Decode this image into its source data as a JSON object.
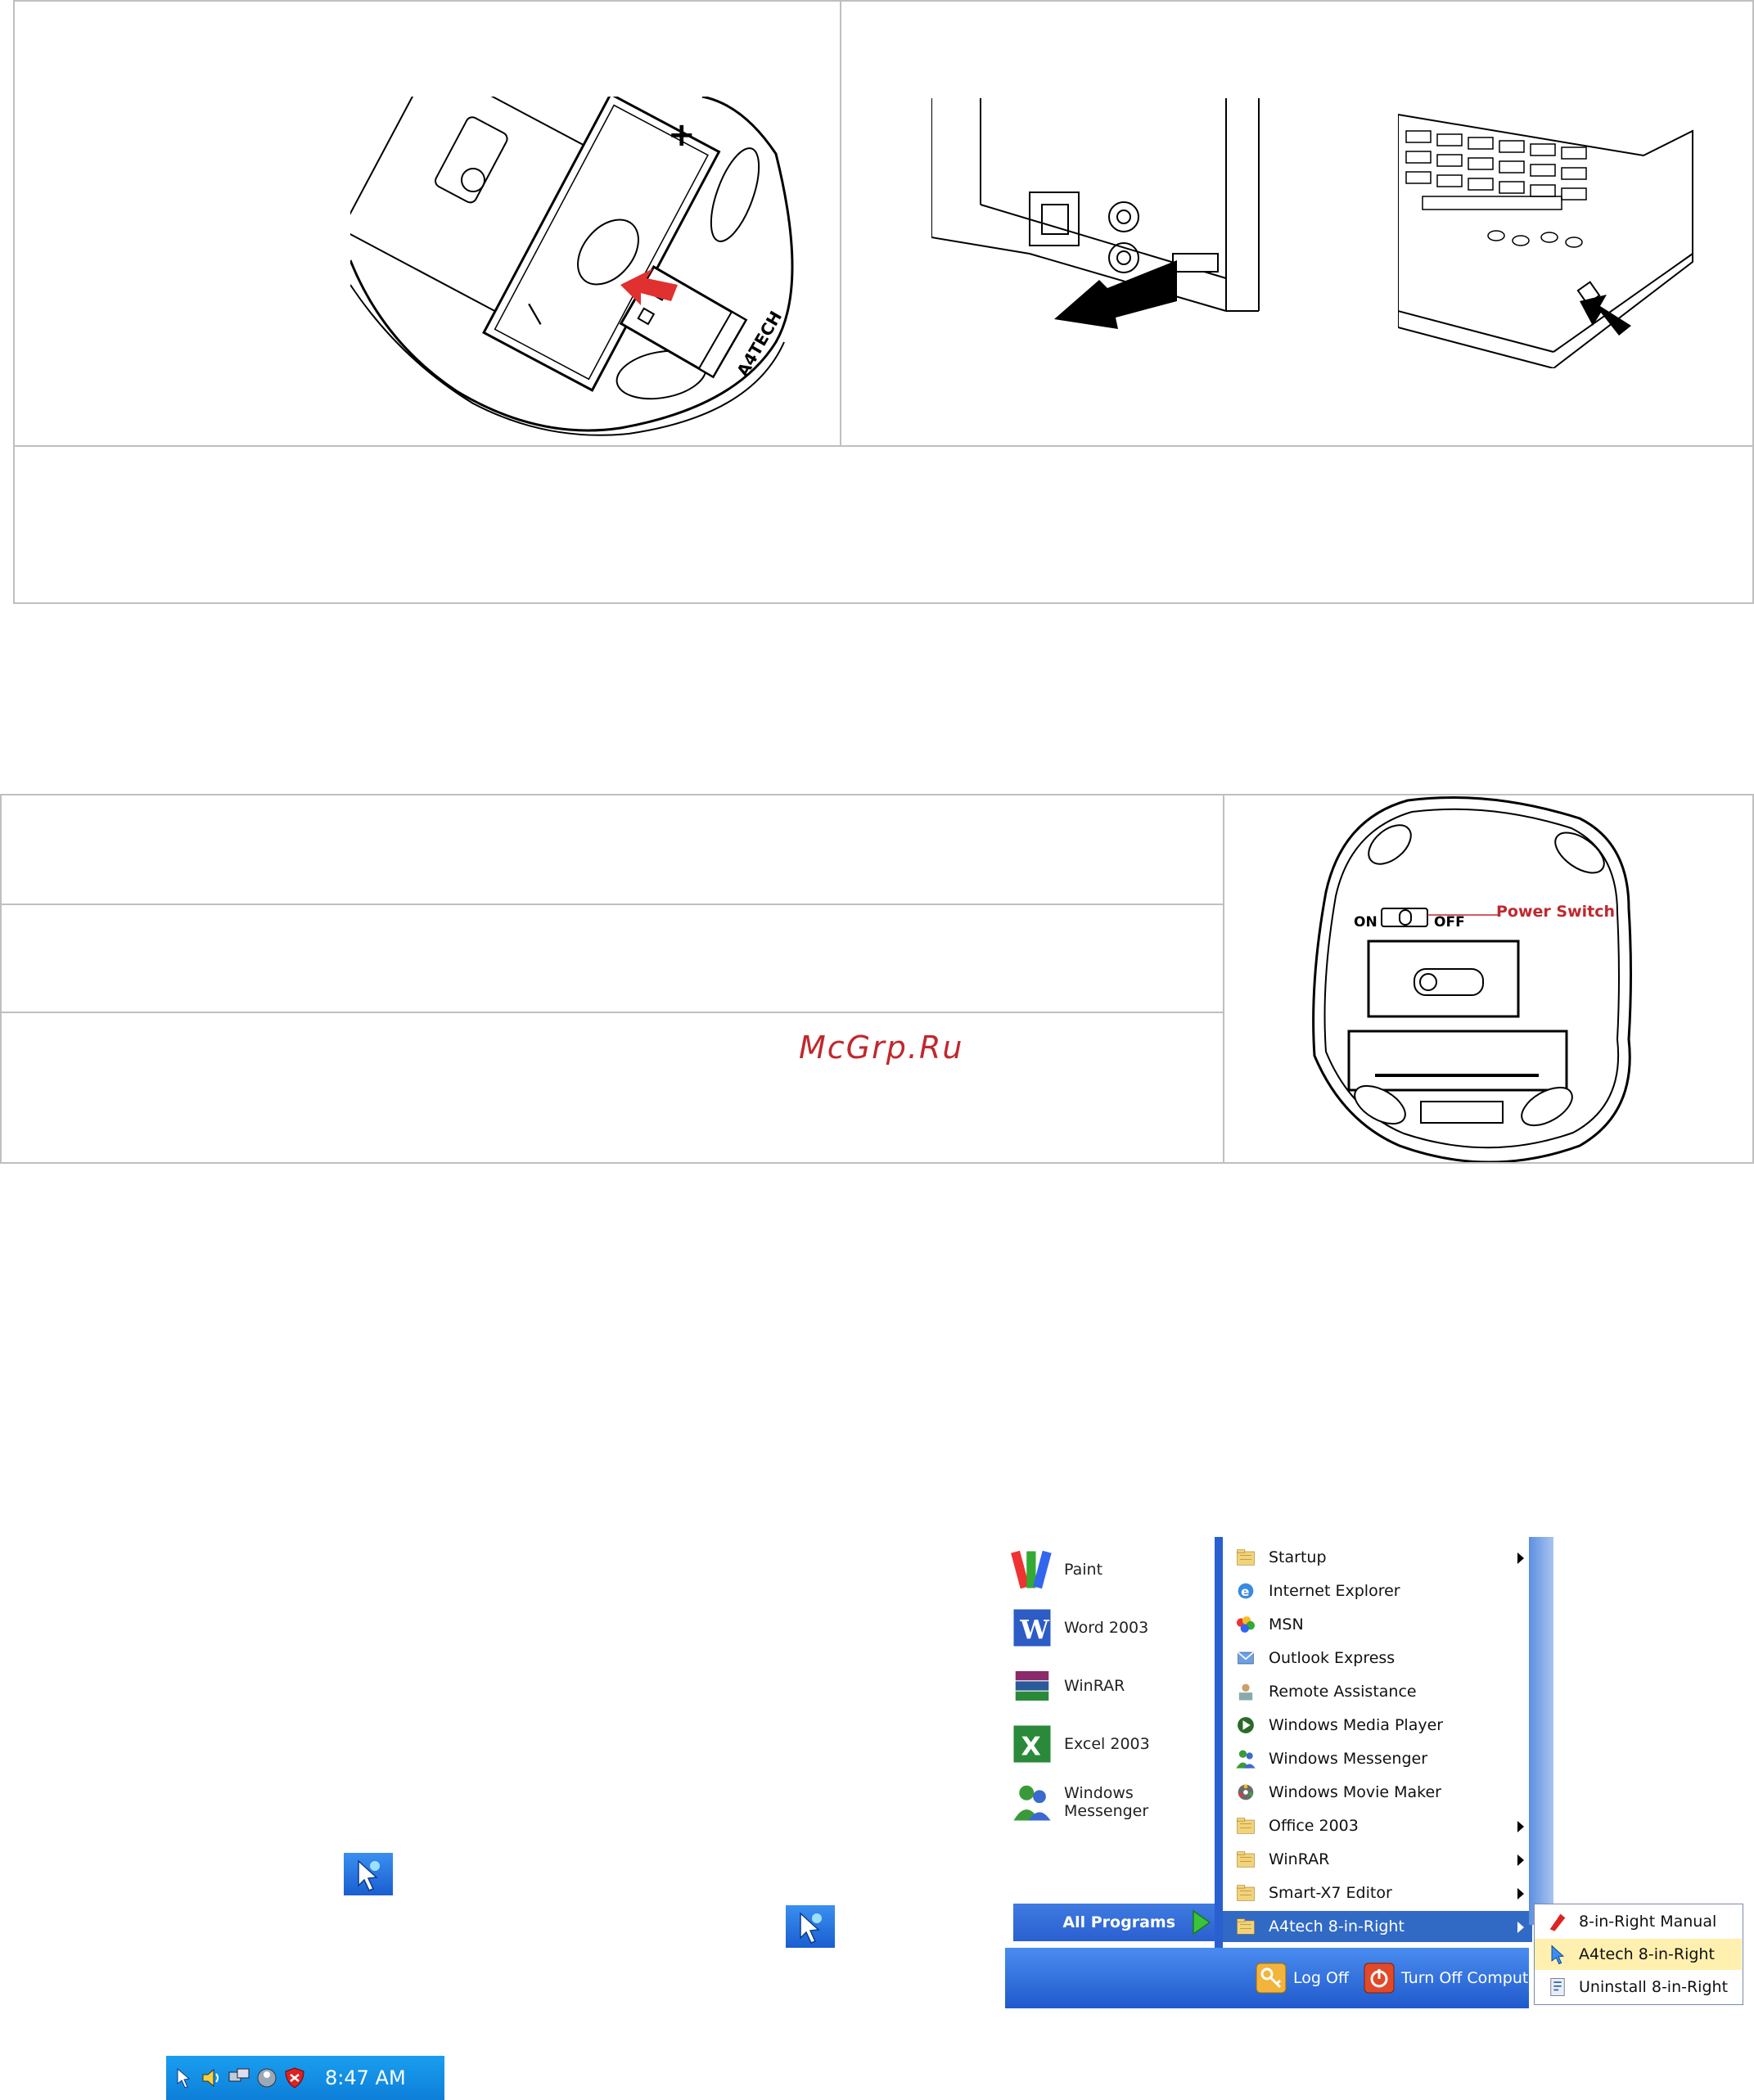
{
  "figure1": {
    "battery_plus": "+",
    "battery_minus": "—",
    "receiver_brand": "A4TECH"
  },
  "mouse_bottom": {
    "on_label": "ON",
    "off_label": "OFF",
    "switch_label": "Power Switch"
  },
  "watermark": "McGrp.Ru",
  "start_menu": {
    "pinned": [
      {
        "label": "Paint",
        "icon": "paint-icon"
      },
      {
        "label": "Word 2003",
        "icon": "word-icon"
      },
      {
        "label": "WinRAR",
        "icon": "winrar-icon"
      },
      {
        "label": "Excel 2003",
        "icon": "excel-icon"
      },
      {
        "label": "Windows Messenger",
        "icon": "messenger-icon"
      }
    ],
    "all_programs": "All Programs",
    "programs": [
      {
        "label": "Startup",
        "icon": "folder-icon",
        "submenu": true
      },
      {
        "label": "Internet Explorer",
        "icon": "ie-icon",
        "submenu": false
      },
      {
        "label": "MSN",
        "icon": "msn-icon",
        "submenu": false
      },
      {
        "label": "Outlook Express",
        "icon": "outlook-icon",
        "submenu": false
      },
      {
        "label": "Remote Assistance",
        "icon": "remote-icon",
        "submenu": false
      },
      {
        "label": "Windows Media Player",
        "icon": "media-player-icon",
        "submenu": false
      },
      {
        "label": "Windows Messenger",
        "icon": "messenger-icon",
        "submenu": false
      },
      {
        "label": "Windows Movie Maker",
        "icon": "movie-maker-icon",
        "submenu": false
      },
      {
        "label": "Office 2003",
        "icon": "folder-icon",
        "submenu": true
      },
      {
        "label": "WinRAR",
        "icon": "folder-icon",
        "submenu": true
      },
      {
        "label": "Smart-X7 Editor",
        "icon": "folder-icon",
        "submenu": true
      },
      {
        "label": "A4tech 8-in-Right",
        "icon": "folder-icon",
        "submenu": true
      }
    ],
    "submenu": [
      {
        "label": "8-in-Right Manual",
        "icon": "manual-icon"
      },
      {
        "label": "A4tech 8-in-Right",
        "icon": "mouse-app-icon"
      },
      {
        "label": "Uninstall 8-in-Right",
        "icon": "uninstall-icon"
      }
    ],
    "log_off": "Log Off",
    "turn_off": "Turn Off Compute"
  },
  "tray": {
    "time": "8:47 AM"
  },
  "colors": {
    "arrow_red": "#e03030",
    "xp_blue": "#2a5fd0",
    "highlight": "#316ac5",
    "watermark_red": "#c0282d"
  }
}
